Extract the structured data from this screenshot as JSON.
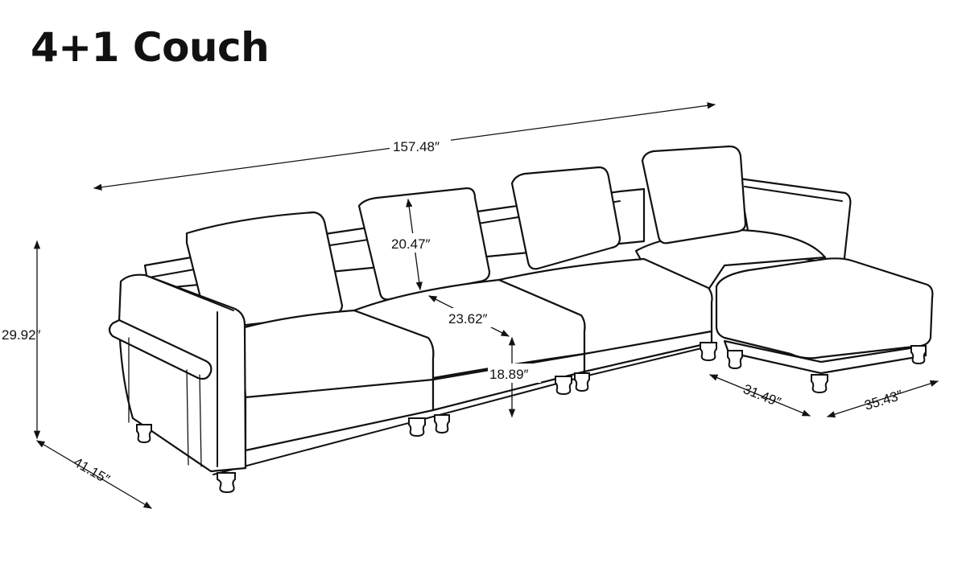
{
  "title": "4+1 Couch",
  "dimensions": {
    "overall_length": "157.48″",
    "height": "29.92″",
    "depth": "41.15″",
    "back_cushion_height": "20.47″",
    "seat_width": "23.62″",
    "seat_height": "18.89″",
    "ottoman_depth": "31.49″",
    "ottoman_width": "35.43″"
  }
}
